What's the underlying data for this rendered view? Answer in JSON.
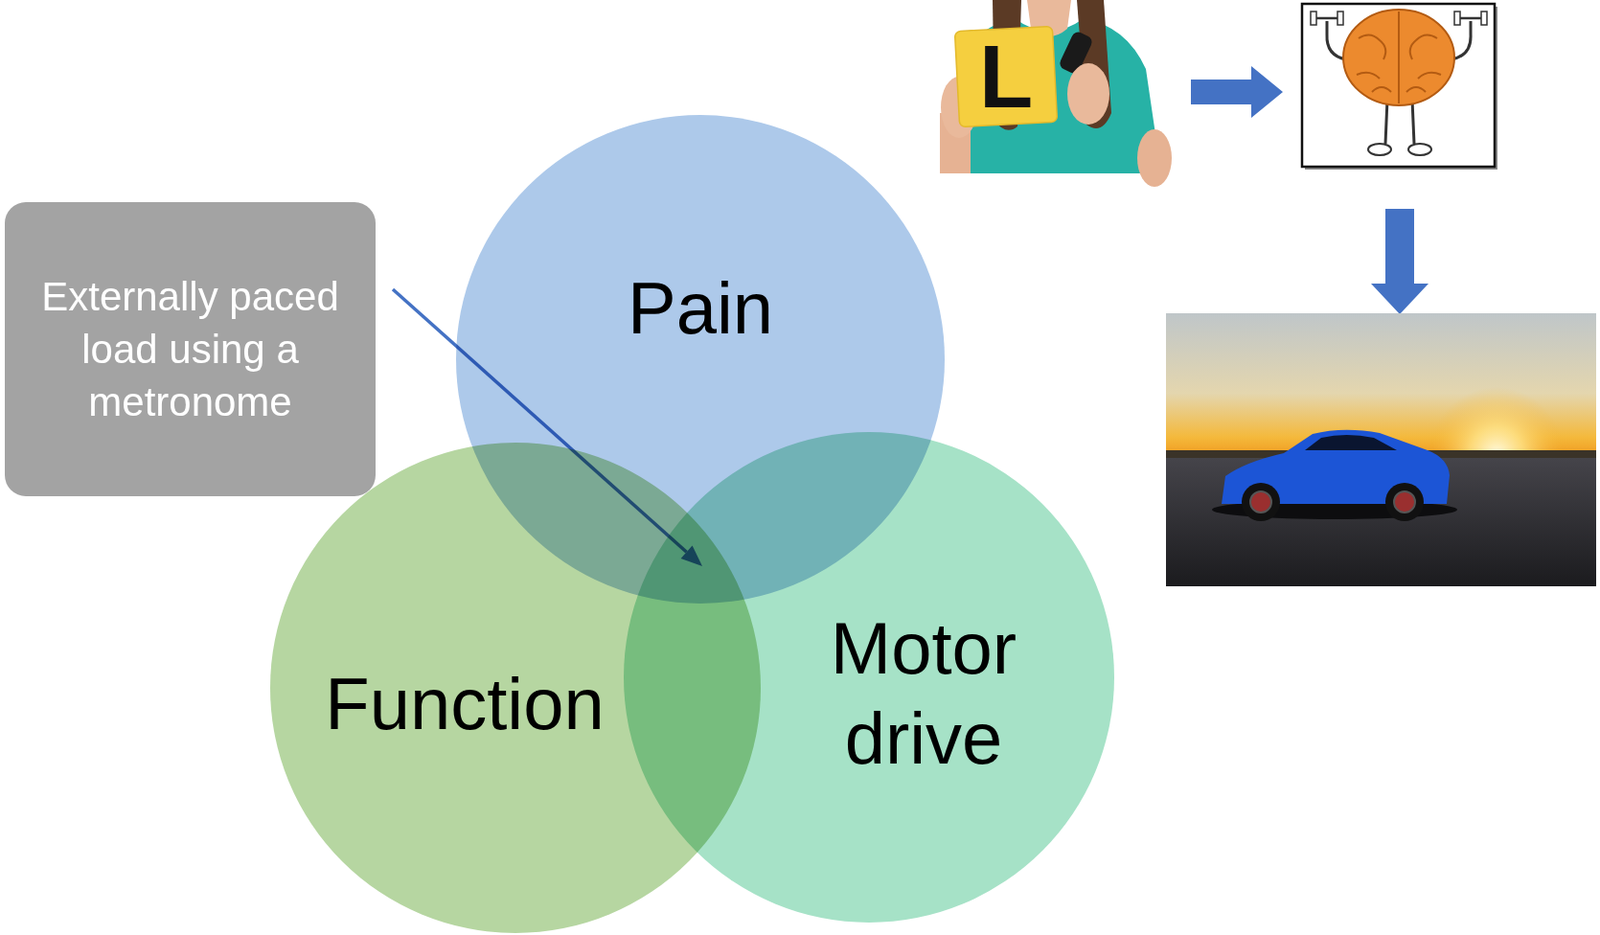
{
  "diagram": {
    "nodes": [
      {
        "text": [
          "Externally paced load using a metronome"
        ]
      },
      {
        "text": [
          "Pain"
        ]
      },
      {
        "text": [
          "Function"
        ]
      },
      {
        "text": [
          "Motor drive"
        ]
      }
    ],
    "labels": [
      "L"
    ]
  }
}
